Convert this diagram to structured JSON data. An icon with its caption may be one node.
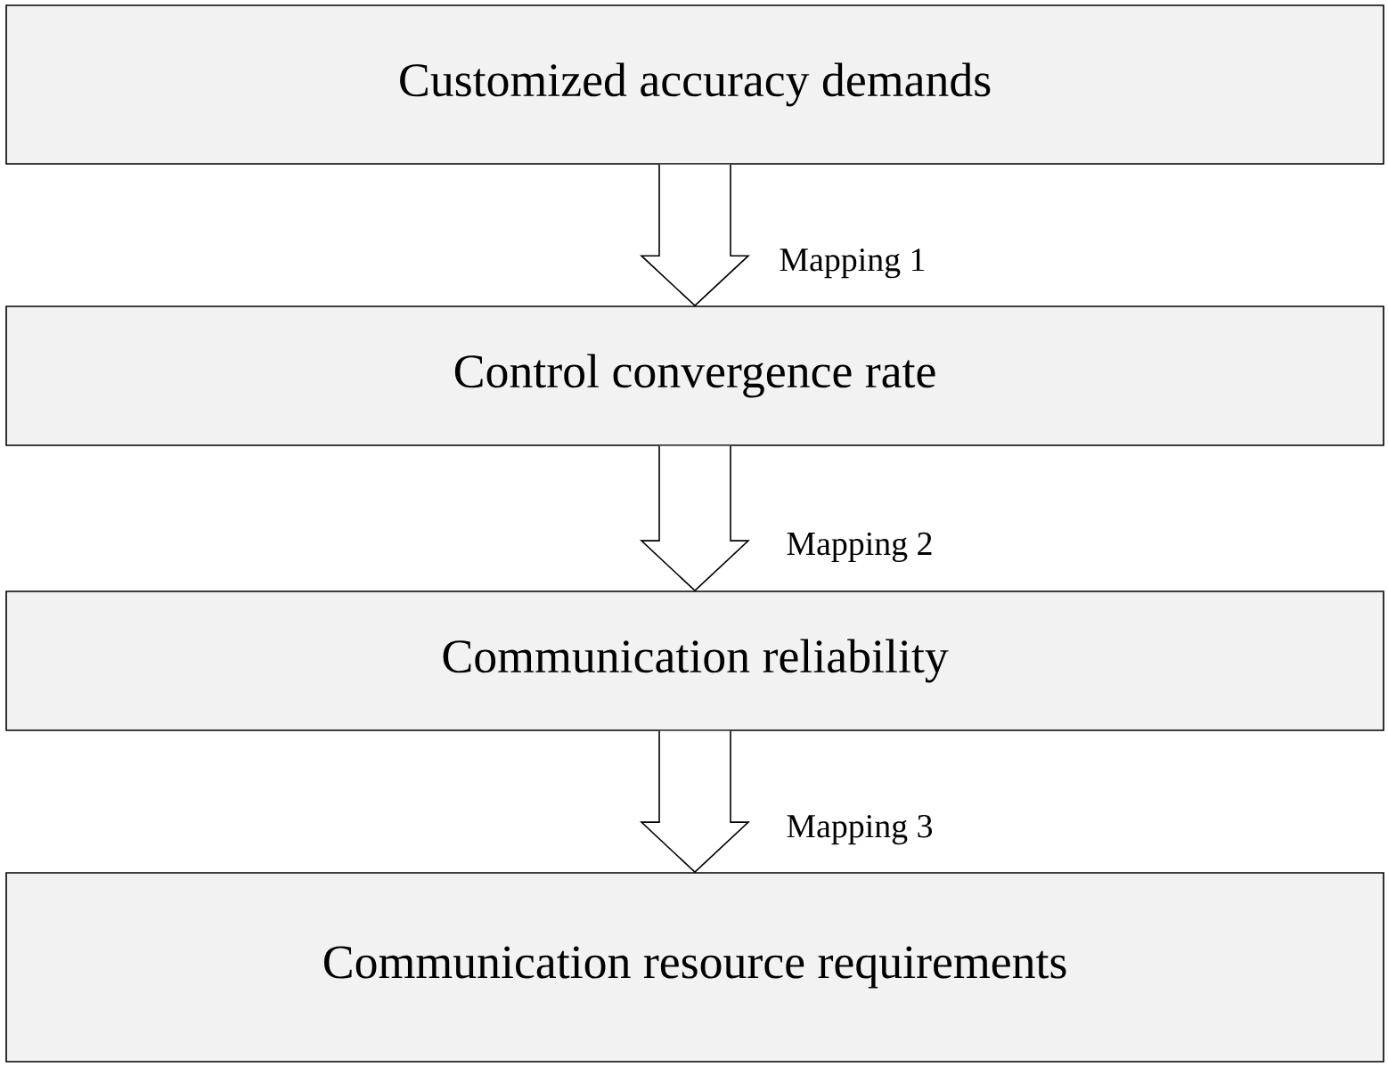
{
  "diagram": {
    "nodes": [
      {
        "text": [
          "Customized accuracy demands"
        ]
      },
      {
        "text": [
          "Control convergence rate"
        ]
      },
      {
        "text": [
          "Communication reliability"
        ]
      },
      {
        "text": [
          "Communication resource requirements"
        ]
      }
    ],
    "edges": [
      {
        "from": 0,
        "to": 1,
        "arrow": "to",
        "label": "Mapping 1"
      },
      {
        "from": 1,
        "to": 2,
        "arrow": "to",
        "label": "Mapping 2"
      },
      {
        "from": 2,
        "to": 3,
        "arrow": "to",
        "label": "Mapping 3"
      }
    ]
  }
}
